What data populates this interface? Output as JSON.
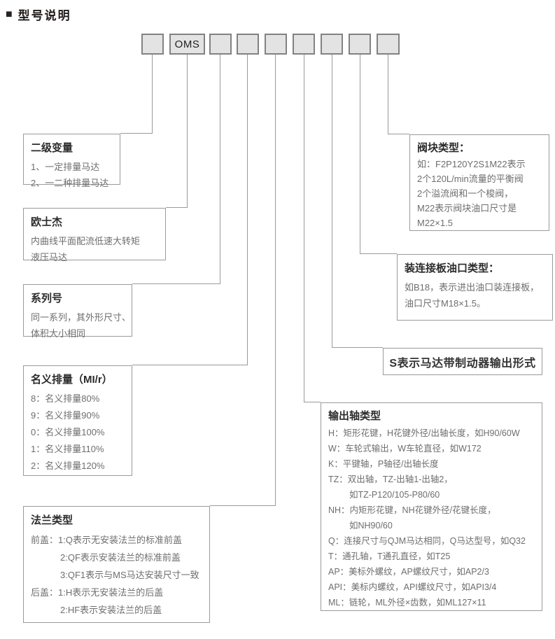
{
  "page": {
    "title_bullet": "■",
    "title": "型号说明"
  },
  "model_code": {
    "segments": [
      "",
      "OMS",
      "",
      "",
      "",
      "",
      "",
      "",
      ""
    ]
  },
  "boxes": {
    "secondary_variable": {
      "title": "二级变量",
      "lines": [
        "1、一定排量马达",
        "2、一二种排量马达"
      ]
    },
    "brand": {
      "title": "欧士杰",
      "lines": [
        "内曲线平面配流低速大转矩",
        "液压马达"
      ]
    },
    "series": {
      "title": "系列号",
      "lines": [
        "同一系列，其外形尺寸、",
        "体积大小相同"
      ]
    },
    "displacement": {
      "title": "名义排量（MI/r）",
      "lines": [
        "8：名义排量80%",
        "9：名义排量90%",
        "0：名义排量100%",
        "1：名义排量110%",
        "2：名义排量120%"
      ]
    },
    "flange": {
      "title": "法兰类型",
      "lines": [
        "前盖：1:Q表示无安装法兰的标准前盖",
        "2:QF表示安装法兰的标准前盖",
        "3:QF1表示与MS马达安装尺寸一致",
        "后盖：1:H表示无安装法兰的后盖",
        "2:HF表示安装法兰的后盖"
      ]
    },
    "output_shaft": {
      "title": "输出轴类型",
      "lines": [
        "H：矩形花键，H花键外径/出轴长度，如H90/60W",
        "W：车轮式输出，W车轮直径，如W172",
        "K：平键轴，P轴径/出轴长度",
        "TZ：双出轴，TZ-出轴1-出轴2，",
        "如TZ-P120/105-P80/60",
        "NH：内矩形花键，NH花键外径/花键长度，",
        "如NH90/60",
        "Q：连接尺寸与QJM马达相同，Q马达型号，如Q32",
        "T：通孔轴，T通孔直径，如T25",
        "AP：美标外螺纹，AP螺纹尺寸，如AP2/3",
        "API：美标内螺纹，API螺纹尺寸，如API3/4",
        "ML：链轮，ML外径×齿数，如ML127×11"
      ]
    },
    "brake": {
      "text": "S表示马达带制动器输出形式"
    },
    "port_plate": {
      "title": "装连接板油口类型：",
      "lines": [
        "如B18，表示进出油口装连接板，",
        "油口尺寸M18×1.5。"
      ]
    },
    "valve_block": {
      "title": "阀块类型：",
      "lines": [
        "如：F2P120Y2S1M22表示",
        "2个120L/min流量的平衡阀",
        "2个溢流阀和一个梭阀，",
        "M22表示阀块油口尺寸是",
        "M22×1.5"
      ]
    }
  },
  "colors": {
    "background": "#ffffff",
    "code_box_fill": "#e3e3e3",
    "code_box_border": "#828282",
    "line_color": "#9a9a9a",
    "title_text": "#2b2b2b",
    "body_text": "#6e6e6e"
  }
}
